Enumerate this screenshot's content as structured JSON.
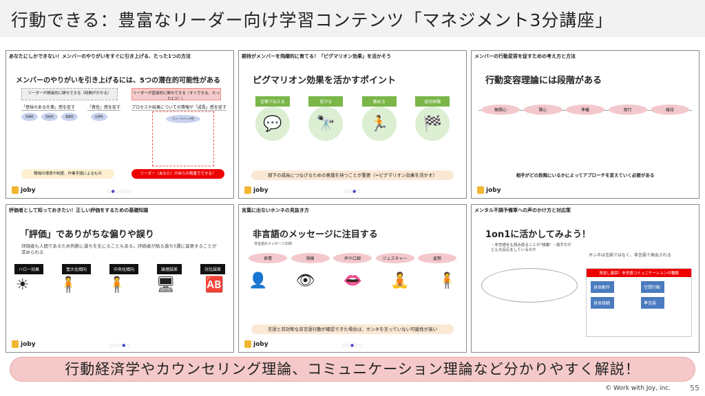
{
  "title": "行動できる：豊富なリーダー向け学習コンテンツ「マネジメント3分講座」",
  "cards": [
    {
      "header": "あなたにしかできない！メンバーのやりがいをすぐに引き上げる、たった1つの方法",
      "title": "メンバーのやりがいを引き上げるには、5つの潜在的可能性がある",
      "left_box": "リーダーが間接的に関与できる（時間がかかる）",
      "right_box": "リーダーが直接的に関与できる（すぐできる、たった1つ！）",
      "col1": "「意味のある仕事」感を促す",
      "col2": "「責任」感を促す",
      "col3": "プロセスや結果についての情報が「成長」感を促す",
      "ovals": [
        "多様性",
        "完結性",
        "重要性",
        "自律性",
        "フィードバック性"
      ],
      "banner_left": "職場の環境や制度、作業手順によるもの",
      "banner_right": "リーダー（あなた）が自らの裁量でできる！"
    },
    {
      "header": "期待がメンバーを飛躍的に育てる！「ピグマリオン効果」を活かそう",
      "title": "ピグマリオン効果を活かすポイント",
      "points": [
        "言葉で伝える",
        "見守る",
        "褒める",
        "成功体験"
      ],
      "banner": "部下の成長につなげるための意識を持つことが重要（=ピグマリオン効果を活かす）"
    },
    {
      "header": "メンバーの行動変容を促すための考え方と方法",
      "title": "行動変容理論には段階がある",
      "stages": [
        "無関心",
        "関心",
        "準備",
        "実行",
        "維持"
      ],
      "banner": "相手がどの段階にいるかによってアプローチを変えていく必要がある"
    },
    {
      "header": "評価者として知っておきたい！正しい評価をするための基礎知識",
      "title": "「評価」でありがちな偏りや誤り",
      "sub": "評価者も人間であるため判断に過ちを生じることもある。評価者が陥る過ち5選に留意することが求められる",
      "errors": [
        "ハロー効果",
        "寛大化傾向",
        "中央化傾向",
        "論理誤差",
        "対比誤差"
      ]
    },
    {
      "header": "言葉に出ないホンネの見抜き方",
      "title": "非言語のメッセージに注目する",
      "sub": "非言語のメッセージの例",
      "items": [
        "表情",
        "視線",
        "声や口調",
        "ジェスチャー",
        "姿勢"
      ],
      "banner": "言語と非対称な非言語行動が確認できた場合は、ホンネを言っていない可能性が高い"
    },
    {
      "header": "メンタル不調予備軍への声のかけ方と対応策",
      "title": "1on1に活かしてみよう！",
      "note": "・非言語をも読み取ることが\"傾聴\" ・相手方がどんな反応をしているのか",
      "honne": "ホンネは言語ではなく、非言語で表出される",
      "table_title": "見逃し厳禁！非言語コミュニケーションの種類",
      "kinds": [
        "身体動作",
        "空間行動",
        "身体接触",
        "準言語"
      ]
    }
  ],
  "brand": "joby",
  "banner": "行動経済学やカウンセリング理論、コミュニケーション理論など分かりやすく解説！",
  "copyright": "© Work with Joy, inc.",
  "page": "55"
}
